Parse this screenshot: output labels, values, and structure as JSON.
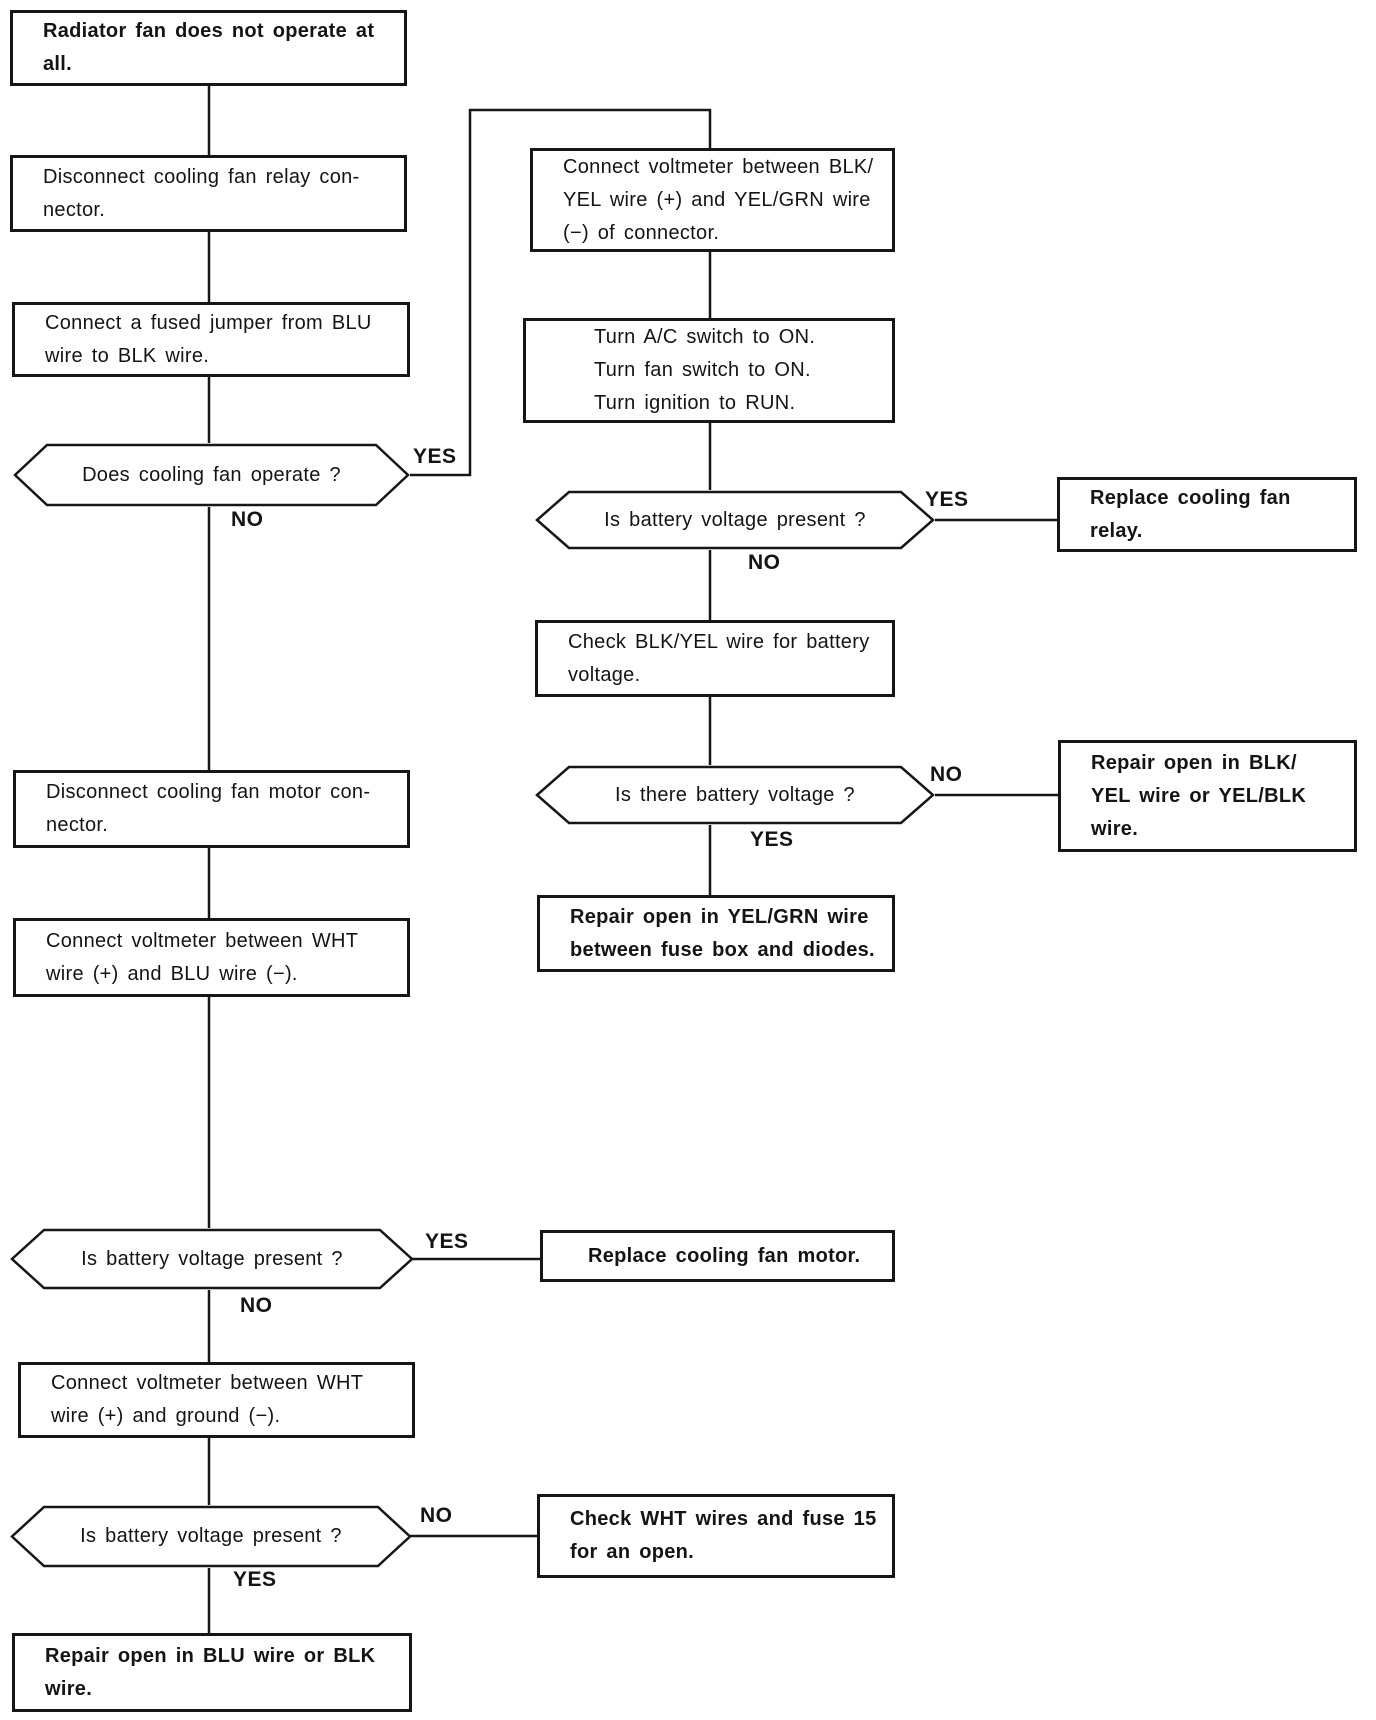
{
  "colors": {
    "line": "#161616",
    "background": "#ffffff"
  },
  "labels": {
    "yes": "YES",
    "no": "NO"
  },
  "nodes": {
    "start": "Radiator fan does not operate at\nall.",
    "disconnect_relay": "Disconnect cooling fan relay con-\nnector.",
    "fused_jumper": "Connect a fused jumper from BLU\nwire to BLK wire.",
    "fan_operate_q": "Does cooling fan operate ?",
    "voltmeter_blkyel": "Connect voltmeter between BLK/\nYEL wire (+) and YEL/GRN wire\n(−) of connector.",
    "turn_switches": "Turn A/C switch to ON.\nTurn fan switch to ON.\nTurn ignition to RUN.",
    "battery_present_q1": "Is battery voltage present ?",
    "replace_relay": "Replace cooling fan\nrelay.",
    "check_blkyel": "Check BLK/YEL wire for battery\nvoltage.",
    "battery_voltage_q": "Is there battery voltage ?",
    "repair_blkyel": "Repair open in BLK/\nYEL wire or YEL/BLK\nwire.",
    "repair_yelgrn": "Repair open in YEL/GRN wire\nbetween fuse box and diodes.",
    "disconnect_motor": "Disconnect cooling fan motor con-\nnector.",
    "voltmeter_wht_blu": "Connect voltmeter between WHT\nwire (+) and BLU wire (−).",
    "battery_present_q2": "Is battery voltage present ?",
    "replace_motor": "Replace cooling fan motor.",
    "voltmeter_wht_gnd": "Connect voltmeter between WHT\nwire (+) and ground (−).",
    "battery_present_q3": "Is battery voltage present ?",
    "check_wht_fuse": "Check WHT wires and fuse 15\nfor an open.",
    "repair_blu_blk": "Repair open in BLU wire or BLK\nwire."
  }
}
